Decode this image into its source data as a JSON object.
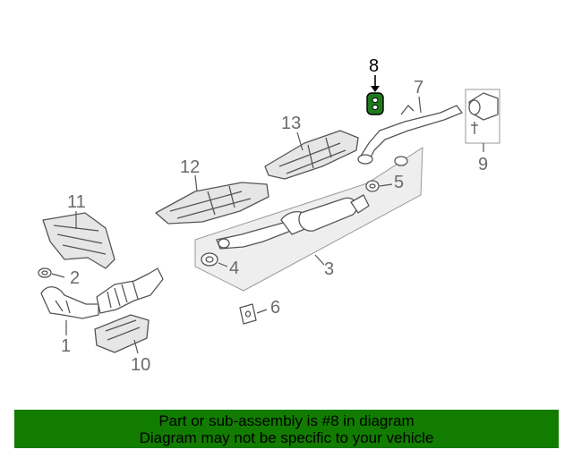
{
  "diagram": {
    "callouts": {
      "c1": "1",
      "c2": "2",
      "c3": "3",
      "c4": "4",
      "c5": "5",
      "c6": "6",
      "c7": "7",
      "c8": "8",
      "c9": "9",
      "c10": "10",
      "c11": "11",
      "c12": "12",
      "c13": "13"
    },
    "highlighted_part": "8",
    "colors": {
      "highlight_part": "#1f7a1f",
      "banner": "#117c00",
      "line": "#555555",
      "callout_text": "#6b6b6b"
    }
  },
  "footer": {
    "line1": "Part or sub-assembly is #8 in diagram",
    "line2": "Diagram may not be specific to your vehicle"
  }
}
